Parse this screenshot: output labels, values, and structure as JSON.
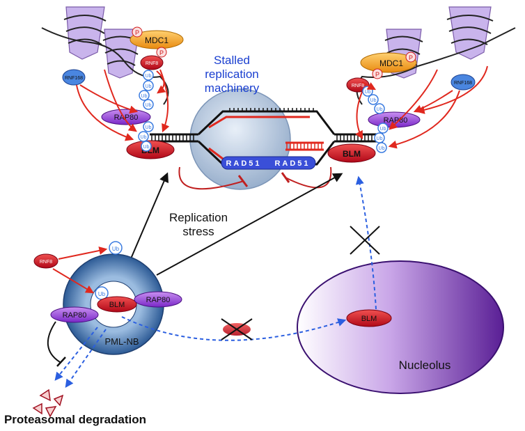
{
  "labels": {
    "stalled_line1": "Stalled",
    "stalled_line2": "replication",
    "stalled_line3": "machinery",
    "replication_stress_line1": "Replication",
    "replication_stress_line2": "stress",
    "pml_nb": "PML-NB",
    "nucleolus": "Nucleolus",
    "proteasomal_degradation": "Proteasomal degradation",
    "rad51_left": "RAD51",
    "rad51_right": "RAD51"
  },
  "proteins": {
    "mdc1": "MDC1",
    "rnf8": "RNF8",
    "rnf168": "RNF168",
    "rap80": "RAP80",
    "blm": "BLM",
    "ub": "Ub",
    "phospho": "P"
  },
  "colors": {
    "blue_text": "#1a3fd0",
    "red_arrow": "#e0281e",
    "blue_dashed": "#2b5fe0",
    "purple_protein": "#8a2be2",
    "red_protein": "#cc1020",
    "orange_protein": "#f0a020",
    "ub_fill": "#3a7be0",
    "pml_ring": "#3d6fa8",
    "nucleolus_fill": "#7a3fb0"
  }
}
